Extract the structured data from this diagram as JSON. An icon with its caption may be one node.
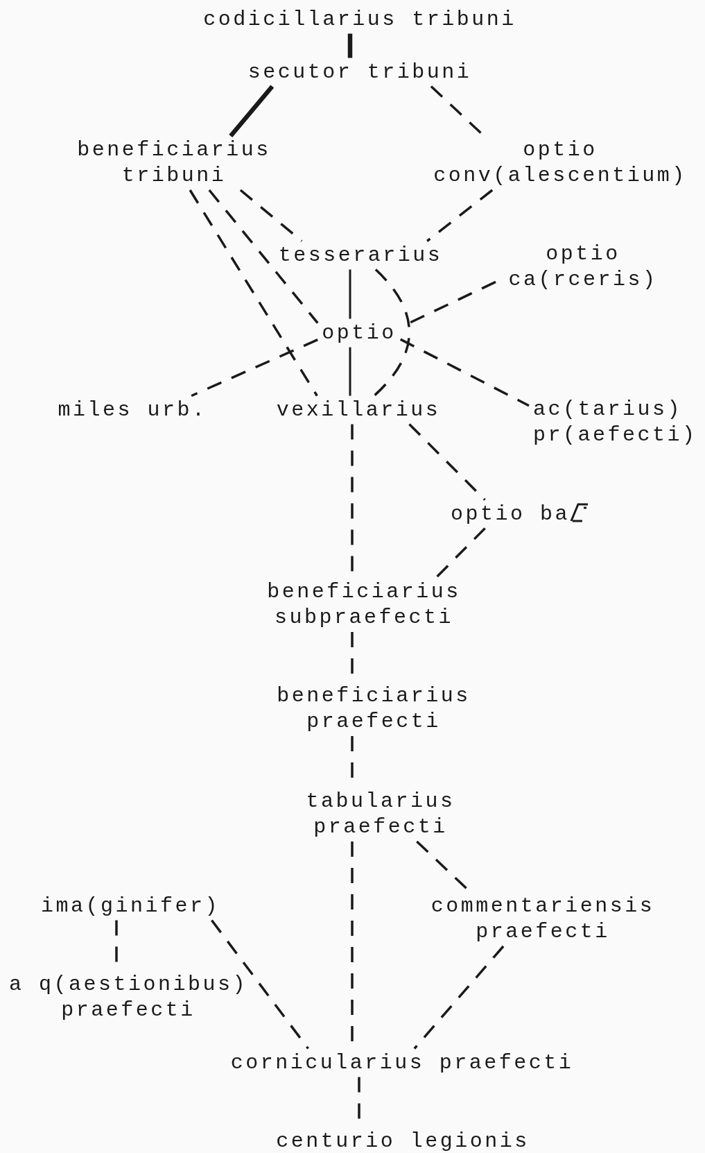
{
  "diagram": {
    "nodes": [
      {
        "text": [
          "codicillarius tribuni"
        ]
      },
      {
        "text": [
          "secutor tribuni"
        ]
      },
      {
        "text": [
          "beneficiarius tribuni"
        ]
      },
      {
        "text": [
          "optio conv(alescentium)"
        ]
      },
      {
        "text": [
          "tesserarius"
        ]
      },
      {
        "text": [
          "optio ca(rceris)"
        ]
      },
      {
        "text": [
          "optio"
        ]
      },
      {
        "text": [
          "miles urb."
        ]
      },
      {
        "text": [
          "vexillarius"
        ]
      },
      {
        "text": [
          "ac(tarius) pr(aefecti)"
        ]
      },
      {
        "text": [
          "optio ba"
        ]
      },
      {
        "text": [
          "beneficiarius subpraefecti"
        ]
      },
      {
        "text": [
          "beneficiarius praefecti"
        ]
      },
      {
        "text": [
          "tabularius praefecti"
        ]
      },
      {
        "text": [
          "ima(ginifer)"
        ]
      },
      {
        "text": [
          "commentariensis praefecti"
        ]
      },
      {
        "text": [
          "a q(aestionibus) praefecti"
        ]
      },
      {
        "text": [
          "cornicularius praefecti"
        ]
      },
      {
        "text": [
          "centurio legionis"
        ]
      }
    ],
    "edges": [
      {
        "from": 0,
        "to": 1,
        "arrow": "none",
        "style": "thick"
      },
      {
        "from": 1,
        "to": 2,
        "arrow": "none",
        "style": "thick"
      },
      {
        "from": 1,
        "to": 3,
        "arrow": "none",
        "style": "dashed"
      },
      {
        "from": 2,
        "to": 4,
        "arrow": "none",
        "style": "dashed"
      },
      {
        "from": 2,
        "to": 6,
        "arrow": "none",
        "style": "dashed"
      },
      {
        "from": 2,
        "to": 8,
        "arrow": "none",
        "style": "dashed"
      },
      {
        "from": 3,
        "to": 4,
        "arrow": "none",
        "style": "dashed"
      },
      {
        "from": 4,
        "to": 6,
        "arrow": "none"
      },
      {
        "from": 4,
        "to": 8,
        "arrow": "none",
        "style": "dashed"
      },
      {
        "from": 5,
        "to": 6,
        "arrow": "none",
        "style": "dashed"
      },
      {
        "from": 6,
        "to": 7,
        "arrow": "none",
        "style": "dashed"
      },
      {
        "from": 6,
        "to": 8,
        "arrow": "none"
      },
      {
        "from": 6,
        "to": 9,
        "arrow": "none",
        "style": "dashed"
      },
      {
        "from": 8,
        "to": 10,
        "arrow": "none",
        "style": "dashed"
      },
      {
        "from": 8,
        "to": 11,
        "arrow": "none",
        "style": "dashed"
      },
      {
        "from": 10,
        "to": 11,
        "arrow": "none",
        "style": "dashed"
      },
      {
        "from": 11,
        "to": 12,
        "arrow": "none",
        "style": "dashed"
      },
      {
        "from": 12,
        "to": 13,
        "arrow": "none",
        "style": "dashed"
      },
      {
        "from": 13,
        "to": 15,
        "arrow": "none",
        "style": "dashed"
      },
      {
        "from": 13,
        "to": 17,
        "arrow": "none",
        "style": "dashed"
      },
      {
        "from": 14,
        "to": 16,
        "arrow": "none",
        "style": "dashed"
      },
      {
        "from": 14,
        "to": 17,
        "arrow": "none",
        "style": "dashed"
      },
      {
        "from": 15,
        "to": 17,
        "arrow": "none",
        "style": "dashed"
      },
      {
        "from": 17,
        "to": 18,
        "arrow": "none",
        "style": "dashed"
      }
    ]
  }
}
